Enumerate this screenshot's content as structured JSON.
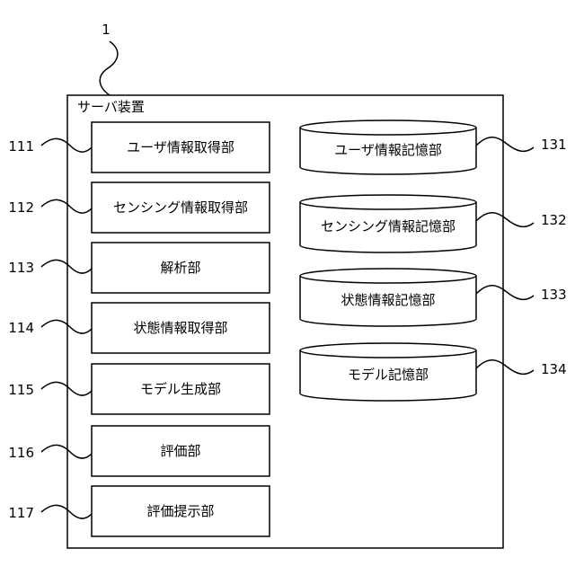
{
  "figure": {
    "ref": "1",
    "server": {
      "ref": "1",
      "title": "サーバ装置"
    },
    "modules": [
      {
        "ref": "111",
        "label": "ユーザ情報取得部"
      },
      {
        "ref": "112",
        "label": "センシング情報取得部"
      },
      {
        "ref": "113",
        "label": "解析部"
      },
      {
        "ref": "114",
        "label": "状態情報取得部"
      },
      {
        "ref": "115",
        "label": "モデル生成部"
      },
      {
        "ref": "116",
        "label": "評価部"
      },
      {
        "ref": "117",
        "label": "評価提示部"
      }
    ],
    "storages": [
      {
        "ref": "131",
        "label": "ユーザ情報記憶部"
      },
      {
        "ref": "132",
        "label": "センシング情報記憶部"
      },
      {
        "ref": "133",
        "label": "状態情報記憶部"
      },
      {
        "ref": "134",
        "label": "モデル記憶部"
      }
    ]
  }
}
